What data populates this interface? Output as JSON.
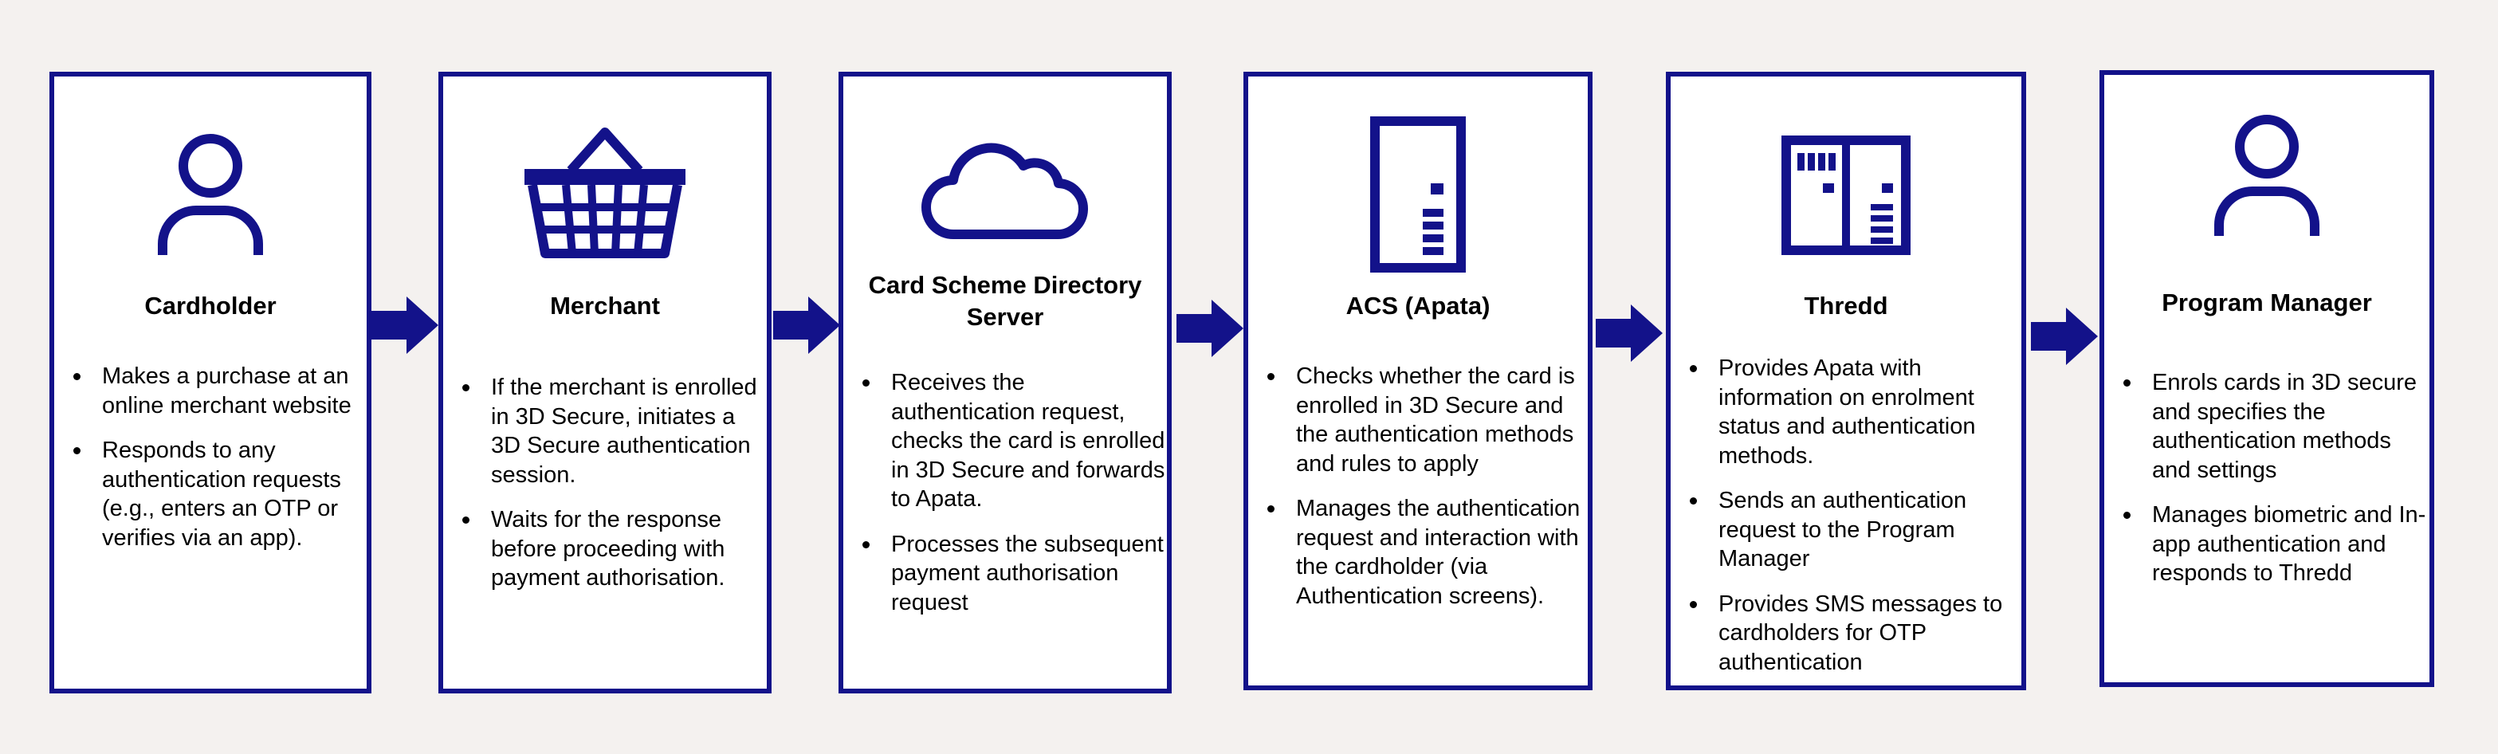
{
  "colors": {
    "accent": "#13128a",
    "background": "#f4f1ef",
    "box_fill": "#ffffff"
  },
  "boxes": [
    {
      "icon": "person-icon",
      "title": "Cardholder",
      "bullets": [
        "Makes a purchase at an online merchant website",
        "Responds to any authentication requests (e.g., enters an OTP or verifies via an app)."
      ]
    },
    {
      "icon": "shopping-basket-icon",
      "title": "Merchant",
      "bullets": [
        "If the merchant is enrolled in 3D Secure, initiates a 3D Secure authentication session.",
        "Waits for the response before proceeding with payment authorisation."
      ]
    },
    {
      "icon": "cloud-icon",
      "title": "Card Scheme Directory Server",
      "bullets": [
        "Receives the authentication request, checks the card is enrolled in 3D Secure and forwards to Apata.",
        "Processes the subsequent payment authorisation request"
      ]
    },
    {
      "icon": "server-cabinet-icon",
      "title": "ACS (Apata)",
      "bullets": [
        "Checks whether the card is enrolled in 3D Secure and the authentication methods and rules to apply",
        "Manages the authentication request and interaction with the cardholder (via Authentication screens)."
      ]
    },
    {
      "icon": "double-server-cabinet-icon",
      "title": "Thredd",
      "bullets": [
        "Provides Apata with information on enrolment status and authentication methods.",
        "Sends an authentication request to the Program Manager",
        "Provides SMS messages to cardholders for OTP authentication"
      ]
    },
    {
      "icon": "person-icon",
      "title": "Program Manager",
      "bullets": [
        "Enrols cards in 3D secure and specifies the authentication methods and settings",
        "Manages biometric and In-app authentication and responds to Thredd"
      ]
    }
  ],
  "arrows": [
    "arrow-right-icon",
    "arrow-right-icon",
    "arrow-right-icon",
    "arrow-right-icon",
    "arrow-right-icon"
  ]
}
